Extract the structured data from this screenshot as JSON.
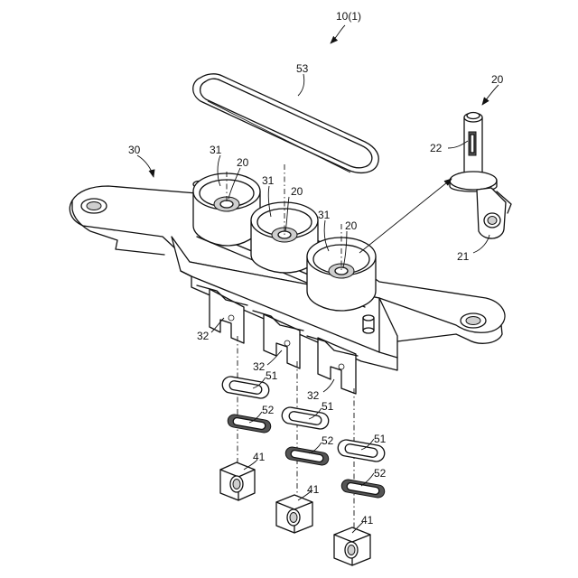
{
  "labels": {
    "assembly": "10(1)",
    "gasket": "53",
    "body": "30",
    "pin_a": "20",
    "pin_b": "20",
    "pin_c": "20",
    "pin_detail": "20",
    "socket_a": "31",
    "socket_b": "31",
    "socket_c": "31",
    "pin_window": "22",
    "pin_lug": "21",
    "leg_a": "32",
    "leg_b": "32",
    "leg_c": "32",
    "seal_a": "51",
    "seal_b": "51",
    "seal_c": "51",
    "ring_a": "52",
    "ring_b": "52",
    "ring_c": "52",
    "nut_a": "41",
    "nut_b": "41",
    "nut_c": "41"
  }
}
